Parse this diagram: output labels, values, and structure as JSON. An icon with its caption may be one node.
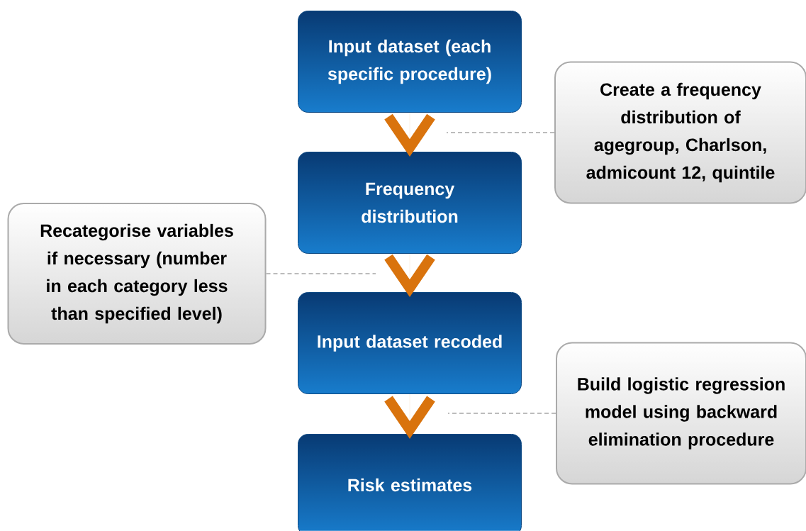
{
  "diagram": {
    "nodes": [
      {
        "text": [
          "Input dataset (each specific procedure)"
        ]
      },
      {
        "text": [
          "Frequency distribution"
        ]
      },
      {
        "text": [
          "Input dataset recoded"
        ]
      },
      {
        "text": [
          "Risk estimates"
        ]
      },
      {
        "text": [
          "Create a frequency distribution of agegroup, Charlson, admicount 12, quintile"
        ]
      },
      {
        "text": [
          "Recategorise variables if necessary (number in each category less than specified level)"
        ]
      },
      {
        "text": [
          "Build logistic regression model using backward elimination procedure"
        ]
      }
    ],
    "edges": [
      {
        "from": 0,
        "to": 1,
        "arrow": "to",
        "style": "thick",
        "color": "#d9730d"
      },
      {
        "from": 1,
        "to": 2,
        "arrow": "to",
        "style": "thick",
        "color": "#d9730d"
      },
      {
        "from": 2,
        "to": 3,
        "arrow": "to",
        "style": "thick",
        "color": "#d9730d"
      },
      {
        "from": 4,
        "to": null,
        "arrow": "none",
        "style": "dashed",
        "color": "#a6a6a6"
      },
      {
        "from": 5,
        "to": null,
        "arrow": "none",
        "style": "dashed",
        "color": "#a6a6a6"
      },
      {
        "from": 6,
        "to": null,
        "arrow": "none",
        "style": "dashed",
        "color": "#a6a6a6"
      }
    ]
  }
}
